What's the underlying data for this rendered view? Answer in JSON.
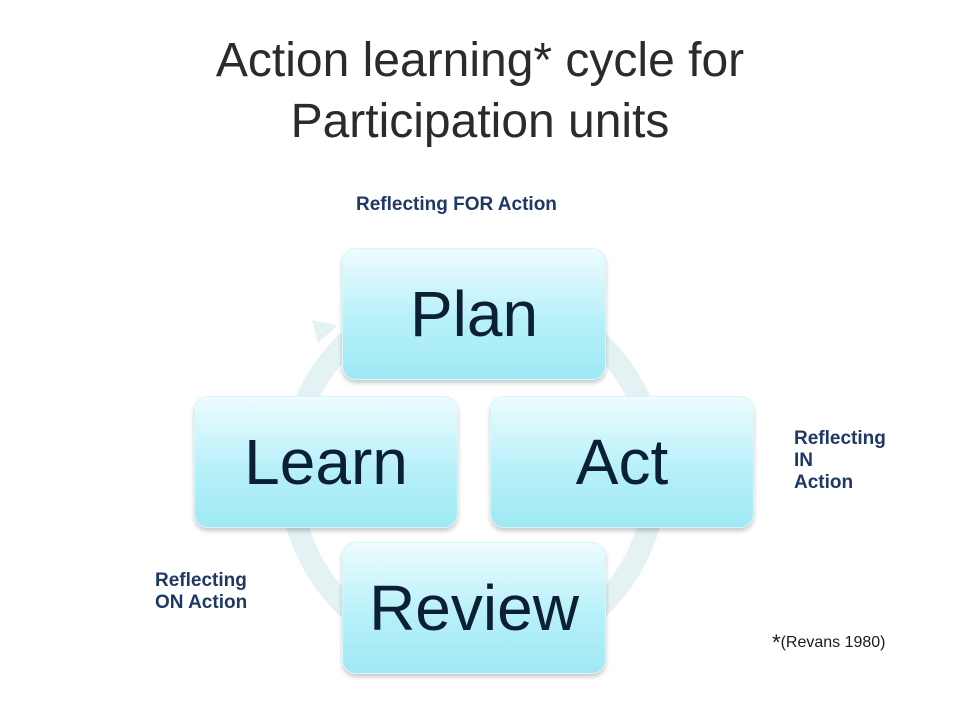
{
  "title": {
    "line1": "Action learning* cycle for",
    "line2": "Participation units"
  },
  "stages": {
    "plan": "Plan",
    "act": "Act",
    "review": "Review",
    "learn": "Learn"
  },
  "reflections": {
    "for_action": "Reflecting FOR Action",
    "in_action": [
      "Reflecting",
      "IN",
      "Action"
    ],
    "on_action": [
      "Reflecting",
      "ON Action"
    ]
  },
  "citation": {
    "marker": "*",
    "text": "(Revans 1980)"
  },
  "colors": {
    "box_fill": "#b7f0f9",
    "ring": "#e4f2f4",
    "label_text": "#1f3864"
  }
}
